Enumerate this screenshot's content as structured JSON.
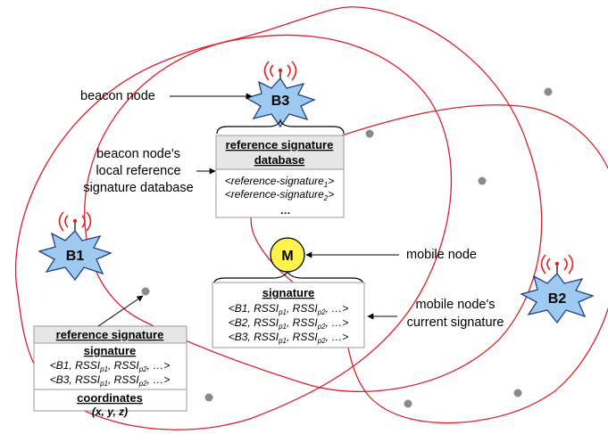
{
  "labels": {
    "beacon_node": "beacon node",
    "local_db_line1": "beacon node's",
    "local_db_line2": "local reference",
    "local_db_line3": "signature database",
    "mobile_node": "mobile node",
    "current_sig_line1": "mobile node's",
    "current_sig_line2": "current signature"
  },
  "beacons": {
    "b1": "B1",
    "b2": "B2",
    "b3": "B3"
  },
  "mobile": "M",
  "reference_db": {
    "title_line1": "reference signature",
    "title_line2": "database",
    "row1": "<reference-signature",
    "row1_sub": "1",
    "row1_end": ">",
    "row2": "<reference-signature",
    "row2_sub": "2",
    "row2_end": ">",
    "row3": "…"
  },
  "current_signature": {
    "title": "signature",
    "row1": {
      "beacon": "<B1, RSSI",
      "s1": "p1",
      "mid": ", RSSI",
      "s2": "p2",
      "end": ", …>"
    },
    "row2": {
      "beacon": "<B2, RSSI",
      "s1": "p1",
      "mid": ", RSSI",
      "s2": "p2",
      "end": ", …>"
    },
    "row3": {
      "beacon": "<B3, RSSI",
      "s1": "p1",
      "mid": ", RSSI",
      "s2": "p2",
      "end": ", …>"
    }
  },
  "reference_signature": {
    "title": "reference signature",
    "sig_title": "signature",
    "row1": {
      "beacon": "<B1, RSSI",
      "s1": "p1",
      "mid": ", RSSI",
      "s2": "p2",
      "end": ", …>"
    },
    "row2": {
      "beacon": "<B3, RSSI",
      "s1": "p1",
      "mid": ", RSSI",
      "s2": "p2",
      "end": ", …>"
    },
    "coord_title": "coordinates",
    "coord_value": "(x, y, z)"
  },
  "colors": {
    "beacon_fill": "#9ec9f0",
    "mobile_fill": "#fff24a",
    "range_line": "#d9202a",
    "antenna_wave": "#e0201e",
    "dot": "#8a8a8a",
    "box_header": "#e6e6e6"
  }
}
